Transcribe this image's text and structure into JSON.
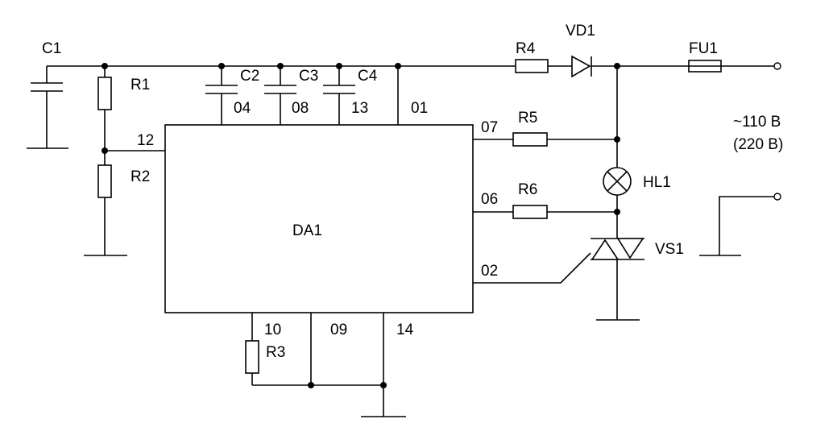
{
  "components": {
    "c1": "C1",
    "c2": "C2",
    "c3": "C3",
    "c4": "C4",
    "r1": "R1",
    "r2": "R2",
    "r3": "R3",
    "r4": "R4",
    "r5": "R5",
    "r6": "R6",
    "vd1": "VD1",
    "fu1": "FU1",
    "hl1": "HL1",
    "vs1": "VS1",
    "da1": "DA1"
  },
  "pins": {
    "p01": "01",
    "p02": "02",
    "p04": "04",
    "p06": "06",
    "p07": "07",
    "p08": "08",
    "p09": "09",
    "p10": "10",
    "p12": "12",
    "p13": "13",
    "p14": "14"
  },
  "supply": {
    "voltage": "~110 В",
    "voltage_alt": "(220 В)"
  }
}
